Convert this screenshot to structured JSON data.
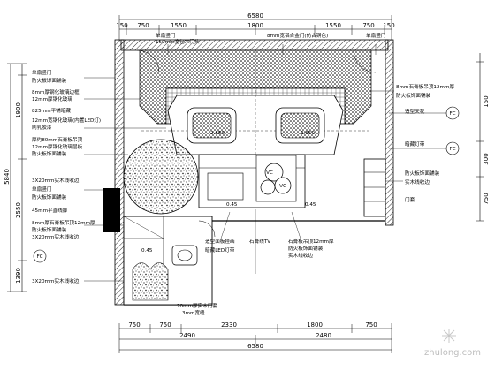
{
  "dimensions": {
    "top_total": "6580",
    "top": [
      "150",
      "750",
      "1550",
      "1800",
      "1550",
      "750",
      "150"
    ],
    "bottom_1": [
      "750",
      "750",
      "2330",
      "1800",
      "750"
    ],
    "bottom_2": [
      "2490",
      "2480"
    ],
    "bottom_total": "6580",
    "left_total": "5840",
    "left": [
      "1900",
      "2550",
      "1390"
    ],
    "right": [
      "150",
      "300",
      "750"
    ]
  },
  "annotations": {
    "top": [
      "单扇竖门",
      "8mm宽铝合金门(仿古铜色)",
      "单扇竖门"
    ],
    "top_sub": "150mm宽包木门头",
    "left": [
      "单扇竖门",
      "防火板饰面铺装",
      "8mm厚钢化玻璃边框",
      "12mm厚钢化玻璃",
      "825mm平铺暗藏",
      "12mm宽钢化玻璃(内置LED灯)",
      "刷乳胶漆",
      "厚约80mm石膏板吊顶",
      "12mm厚钢化玻璃层板",
      "防火板饰面铺装",
      "3X20mm实木线收边",
      "单扇竖门",
      "防火板饰面铺装",
      "45mm平直线脚",
      "8mm厚石膏板吊顶12mm厚",
      "防火板饰面铺装",
      "3X20mm实木线收边",
      "3X20mm实木线收边"
    ],
    "right": [
      "8mm石膏板吊顶12mm厚",
      "防火板饰面铺装",
      "造型天花",
      "暗藏灯带",
      "防火板饰面铺装",
      "实木线收边",
      "门套"
    ],
    "bottom": [
      "造型面板挂画",
      "暗藏LED灯带",
      "石膏线TV",
      "石膏板吊顶12mm厚",
      "防火板饰面铺装",
      "实木线收边",
      "20mm厚实木门套",
      "3mm宽缝"
    ],
    "symbols": [
      "FC",
      "FC",
      "FC"
    ],
    "elevations": [
      "2.650",
      "2.650",
      "0.45",
      "0.45",
      "0.45"
    ]
  },
  "watermark": "zhulong.com"
}
